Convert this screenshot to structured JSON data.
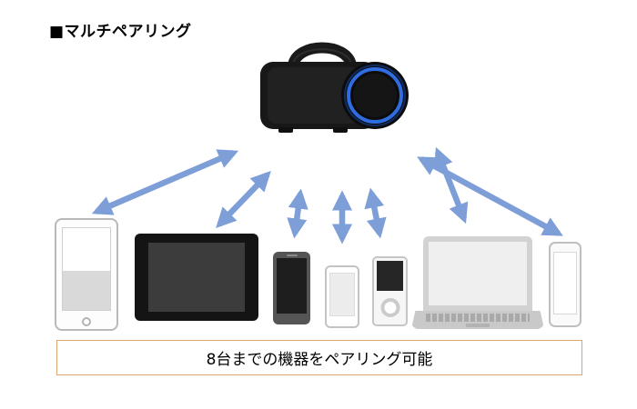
{
  "page": {
    "title": "■マルチペアリング",
    "caption": "8台までの機器をペアリング可能"
  },
  "colors": {
    "background": "#ffffff",
    "arrow": "#7e9ed8",
    "caption_border": "#dba672",
    "speaker_body": "#181818",
    "speaker_led_ring": "#2f6ce0"
  },
  "pairing": {
    "arrow_count": 7,
    "source": "bluetooth-speaker",
    "targets": [
      "tablet-white",
      "tablet-black",
      "smartphone-dark",
      "smartphone-white",
      "portable-audio-player",
      "laptop",
      "smartphone-light"
    ]
  }
}
